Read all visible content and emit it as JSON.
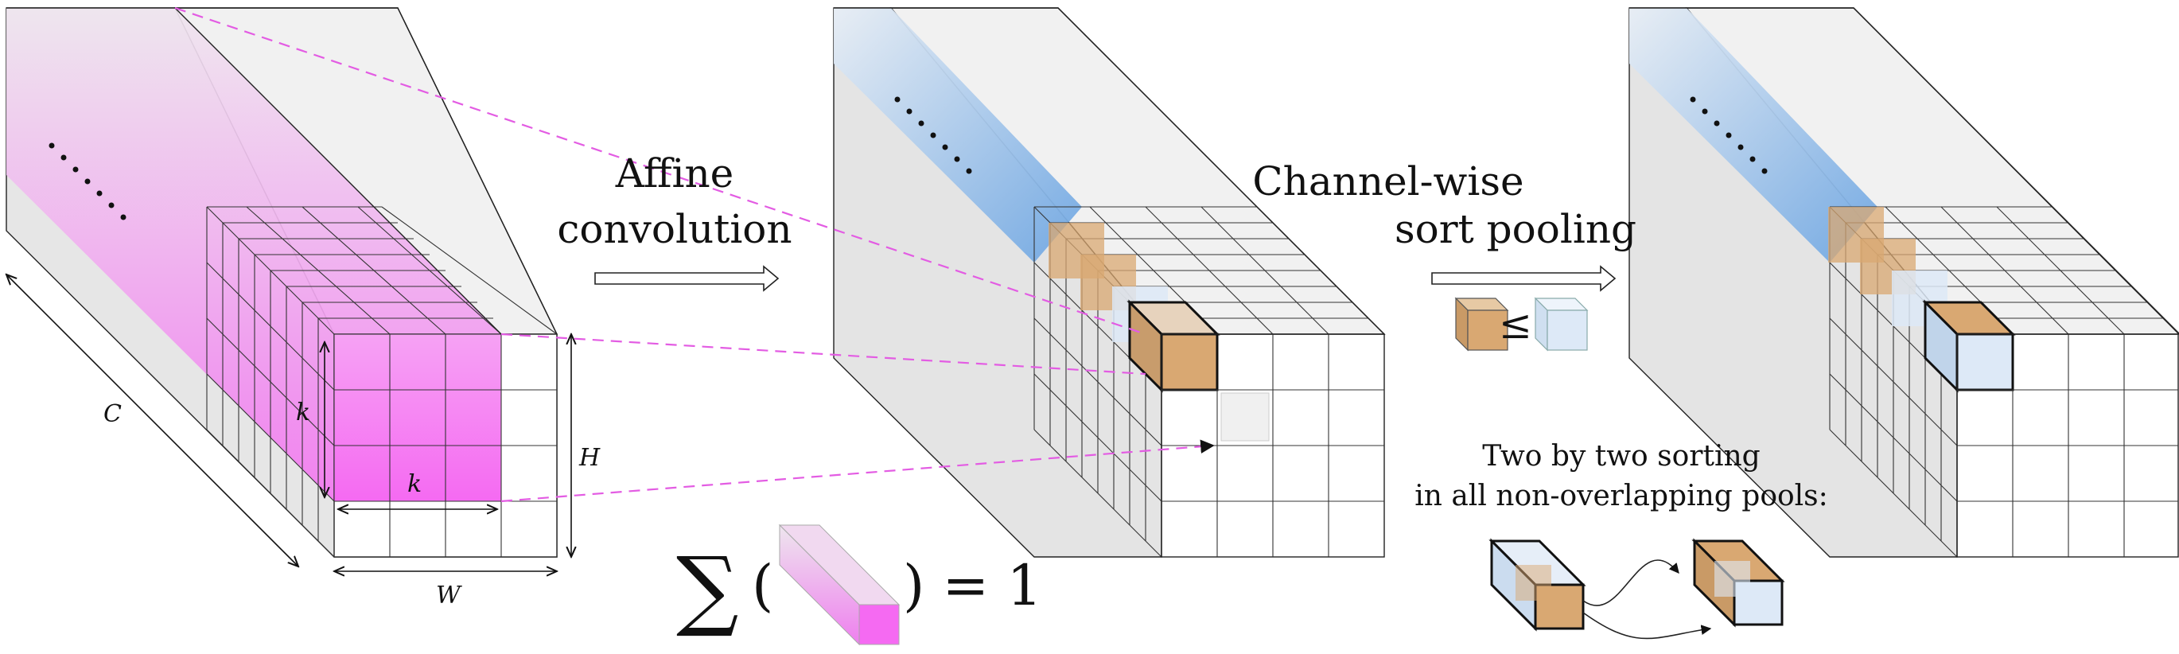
{
  "labels": {
    "affine_line1": "Affine",
    "affine_line2": "convolution",
    "sort_line1": "Channel-wise",
    "sort_line2": "sort pooling",
    "leq": "≤",
    "pool_line1": "Two by two sorting",
    "pool_line2": "in all non-overlapping pools:",
    "dim_c": "C",
    "dim_h": "H",
    "dim_w": "W",
    "dim_k_vertical": "k",
    "dim_k_horizontal": "k",
    "sum_symbol": "∑",
    "sum_open": "(",
    "sum_close": ") = 1"
  },
  "colors": {
    "kernel_magenta": "#f58af5",
    "channel_blue": "#7fb1e6",
    "sorted_orange": "#d9a872",
    "sorted_light_blue": "#dde9f7",
    "tensor_side": "#e6e6e6",
    "tensor_top": "#f2f2f2",
    "dashed_pink": "#e35ce3"
  }
}
